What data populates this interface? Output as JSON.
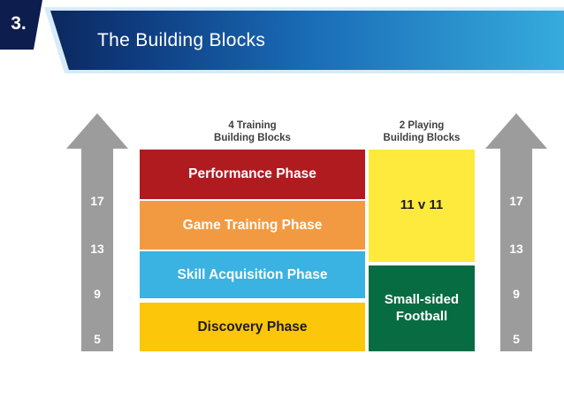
{
  "slide": {
    "number": "3.",
    "title": "The Building Blocks"
  },
  "colors": {
    "tab_navy": "#0d1d4e",
    "banner_gradient_start": "#0a1c4c",
    "banner_gradient_mid": "#1a6cb7",
    "banner_gradient_end": "#36abdc",
    "banner_glow": "#d7ecf8",
    "header_text": "#3f3f3f",
    "arrow_gray": "#9c9c9c"
  },
  "diagram": {
    "left_header": "4 Training\nBuilding Blocks",
    "right_header": "2 Playing\nBuilding Blocks",
    "training_blocks": [
      {
        "label": "Performance Phase",
        "color": "#b01b20",
        "text_color": "#ffffff"
      },
      {
        "label": "Game Training Phase",
        "color": "#f29a41",
        "text_color": "#ffffff"
      },
      {
        "label": "Skill Acquisition Phase",
        "color": "#3ab2e2",
        "text_color": "#ffffff"
      },
      {
        "label": "Discovery Phase",
        "color": "#fcc60b",
        "text_color": "#1c1c1c"
      }
    ],
    "playing_blocks": [
      {
        "label": "11 v 11",
        "color": "#fdea3d",
        "text_color": "#1c1c1c"
      },
      {
        "label": "Small-sided\nFootball",
        "color": "#086c42",
        "text_color": "#ffffff"
      }
    ],
    "age_values": [
      "17",
      "13",
      "9",
      "5"
    ]
  }
}
